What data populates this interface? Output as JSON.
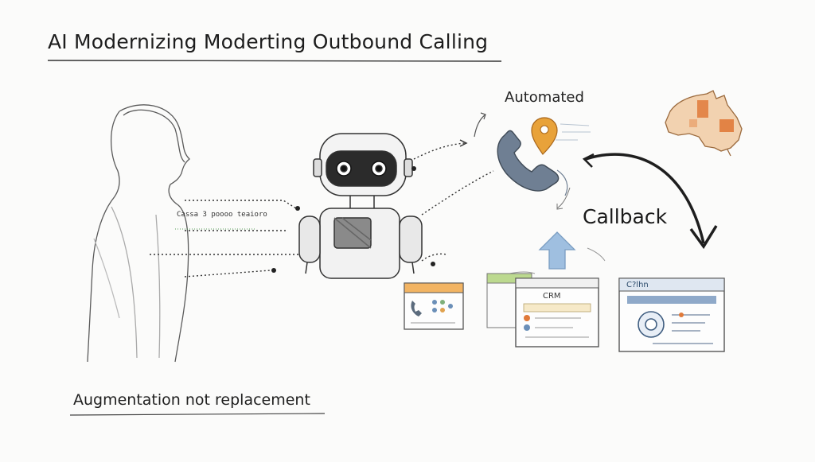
{
  "title": "AI Modernizing Moderting Outbound Calling",
  "subtitle": "Augmentation not replacement",
  "labels": {
    "automated": "Automated",
    "callback": "Callback",
    "scribble": "Cassa 3 poooo teaioro",
    "crm": "CRM",
    "window3_title": "C?lhn"
  },
  "colors": {
    "ink": "#2a2a2a",
    "orange": "#e07a3a",
    "pin": "#e8a23a",
    "phone": "#6f7f93",
    "arrow_blue": "#8fb2d6",
    "window_header_orange": "#f2b463",
    "window_header_green": "#bcd98f",
    "window_header_blue": "#8fa9c9"
  },
  "icons": [
    "person-silhouette",
    "robot",
    "phone-icon",
    "location-pin-icon",
    "australia-map",
    "up-arrow-icon",
    "callback-arrow",
    "app-window"
  ]
}
